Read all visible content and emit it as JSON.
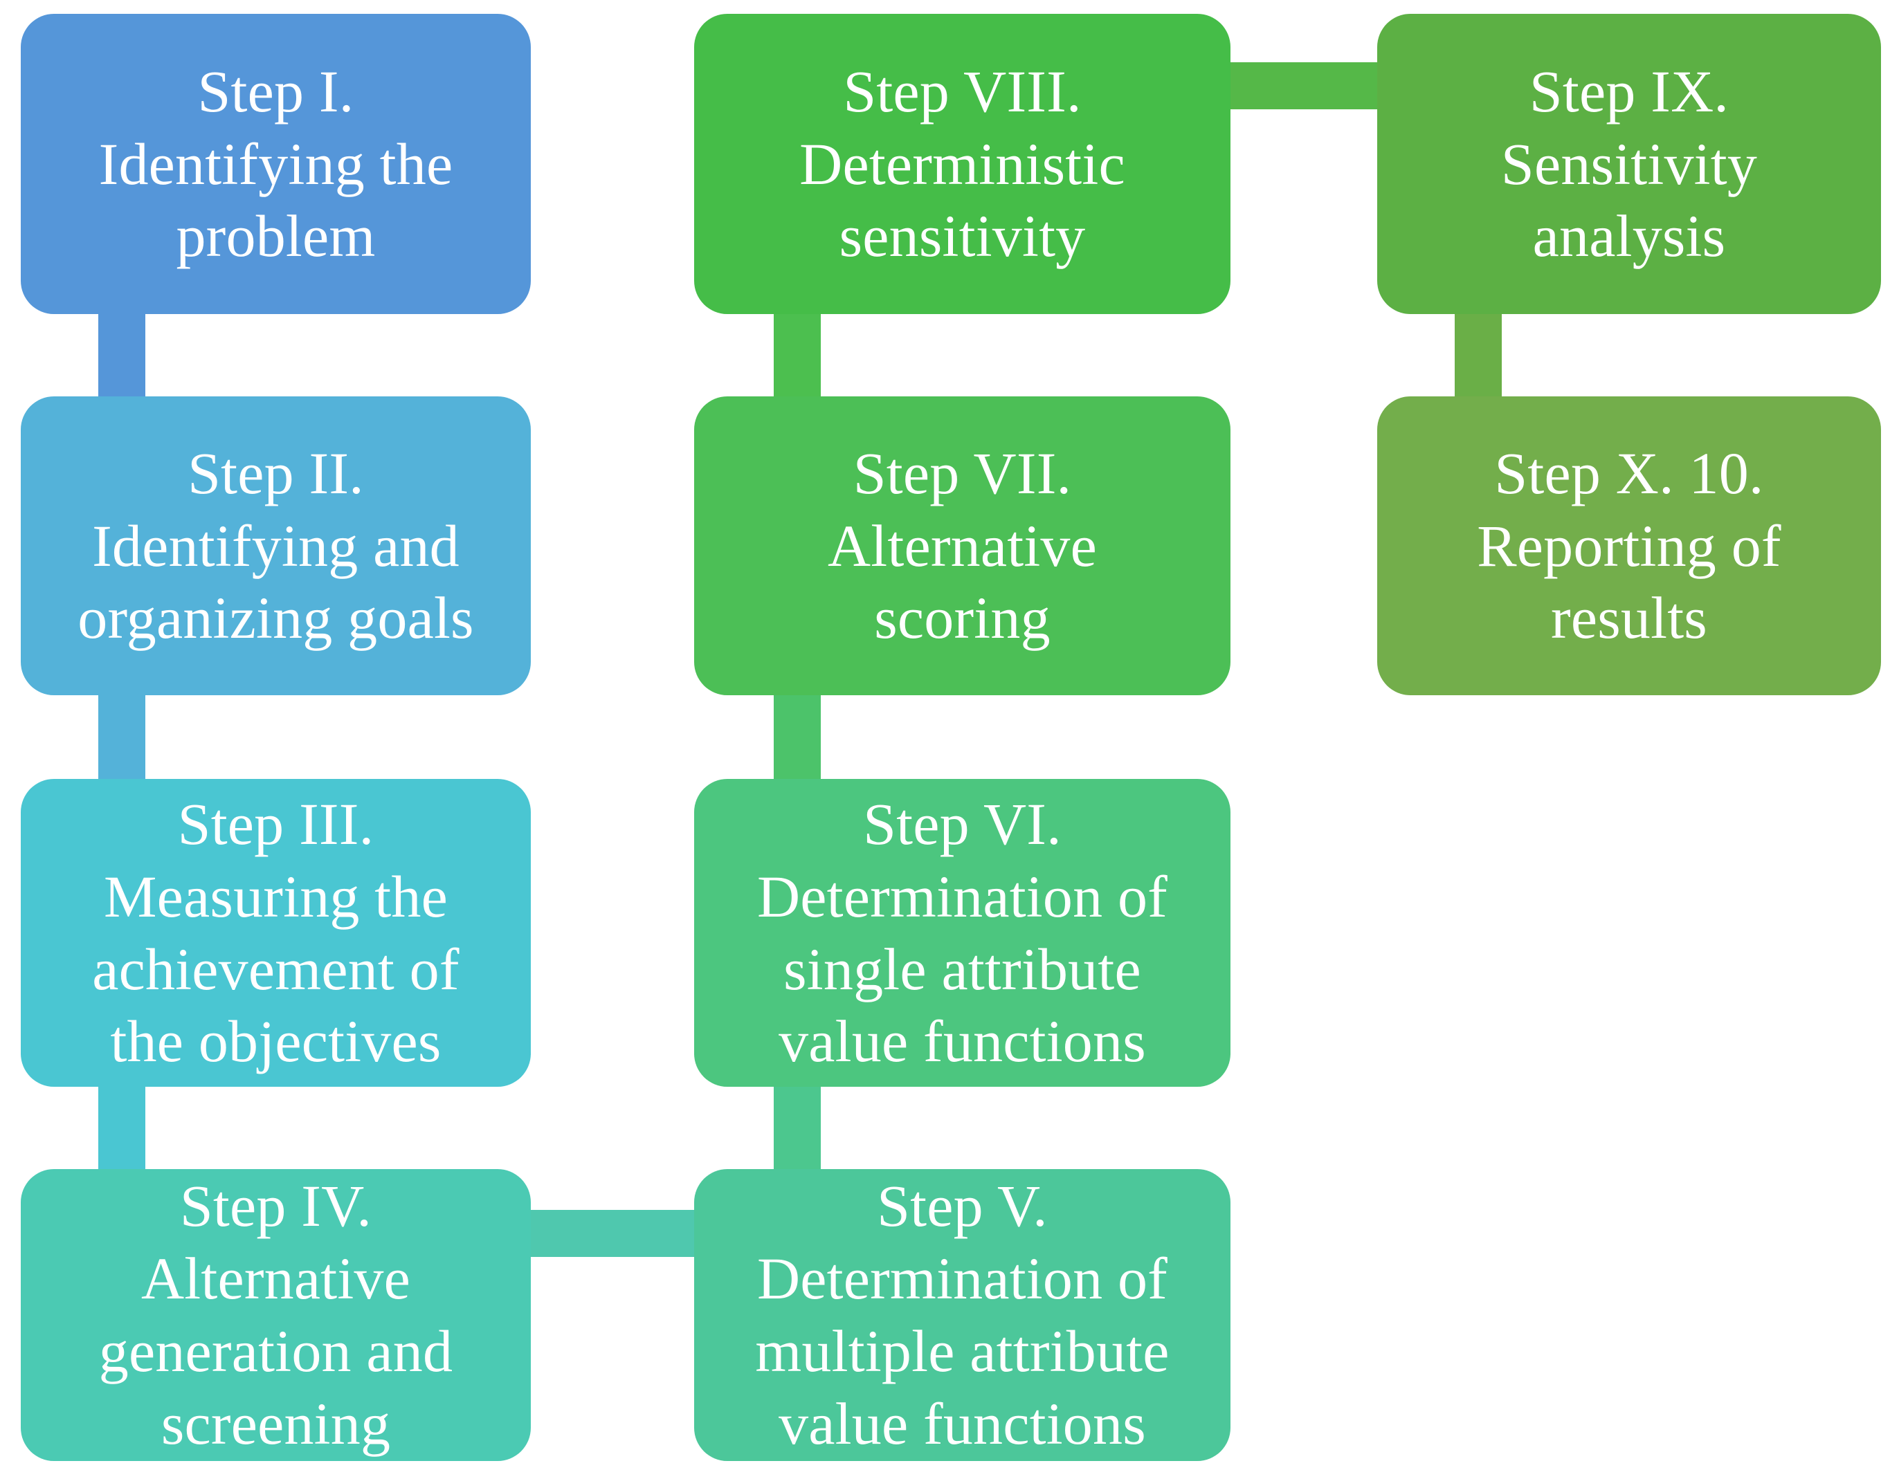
{
  "diagram": {
    "title": "Decision analysis process steps flowchart",
    "background": "#ffffff",
    "text_color": "#ffffff",
    "nodes": [
      {
        "id": "step-1",
        "label": "Step I.\nIdentifying the\nproblem",
        "color": "#5596d9",
        "column": 1,
        "row": 1
      },
      {
        "id": "step-2",
        "label": "Step II.\nIdentifying and\norganizing goals",
        "color": "#54b2d9",
        "column": 1,
        "row": 2
      },
      {
        "id": "step-3",
        "label": "Step III.\nMeasuring the\nachievement of\nthe objectives",
        "color": "#4ac6d2",
        "column": 1,
        "row": 3
      },
      {
        "id": "step-4",
        "label": "Step IV.\nAlternative\ngeneration and\nscreening",
        "color": "#4bcab3",
        "column": 1,
        "row": 4
      },
      {
        "id": "step-5",
        "label": "Step V.\nDetermination of\nmultiple attribute\nvalue functions",
        "color": "#4cc79a",
        "column": 2,
        "row": 4
      },
      {
        "id": "step-6",
        "label": "Step VI.\nDetermination of\nsingle attribute\nvalue functions",
        "color": "#4cc67f",
        "column": 2,
        "row": 3
      },
      {
        "id": "step-7",
        "label": "Step VII.\nAlternative\nscoring",
        "color": "#4cbf56",
        "column": 2,
        "row": 2
      },
      {
        "id": "step-8",
        "label": "Step VIII.\nDeterministic\nsensitivity",
        "color": "#45bd48",
        "column": 2,
        "row": 1
      },
      {
        "id": "step-9",
        "label": "Step IX.\nSensitivity\nanalysis",
        "color": "#5cb044",
        "column": 3,
        "row": 1
      },
      {
        "id": "step-10",
        "label": "Step X. 10.\nReporting of\nresults",
        "color": "#73ae4b",
        "column": 3,
        "row": 2
      }
    ],
    "connectors": [
      {
        "id": "conn-1-2",
        "from": "step-1",
        "to": "step-2",
        "orientation": "vertical",
        "color": "#5596d9"
      },
      {
        "id": "conn-2-3",
        "from": "step-2",
        "to": "step-3",
        "orientation": "vertical",
        "color": "#54b2d9"
      },
      {
        "id": "conn-3-4",
        "from": "step-3",
        "to": "step-4",
        "orientation": "vertical",
        "color": "#4ac6d2"
      },
      {
        "id": "conn-4-5",
        "from": "step-4",
        "to": "step-5",
        "orientation": "horizontal",
        "color": "#4fc8ae"
      },
      {
        "id": "conn-5-6",
        "from": "step-5",
        "to": "step-6",
        "orientation": "vertical",
        "color": "#4cc78e"
      },
      {
        "id": "conn-6-7",
        "from": "step-6",
        "to": "step-7",
        "orientation": "vertical",
        "color": "#4cc36a"
      },
      {
        "id": "conn-7-8",
        "from": "step-7",
        "to": "step-8",
        "orientation": "vertical",
        "color": "#4cbf4f"
      },
      {
        "id": "conn-8-9",
        "from": "step-8",
        "to": "step-9",
        "orientation": "horizontal",
        "color": "#55b848"
      },
      {
        "id": "conn-9-10",
        "from": "step-9",
        "to": "step-10",
        "orientation": "vertical",
        "color": "#6aaf47"
      }
    ]
  }
}
